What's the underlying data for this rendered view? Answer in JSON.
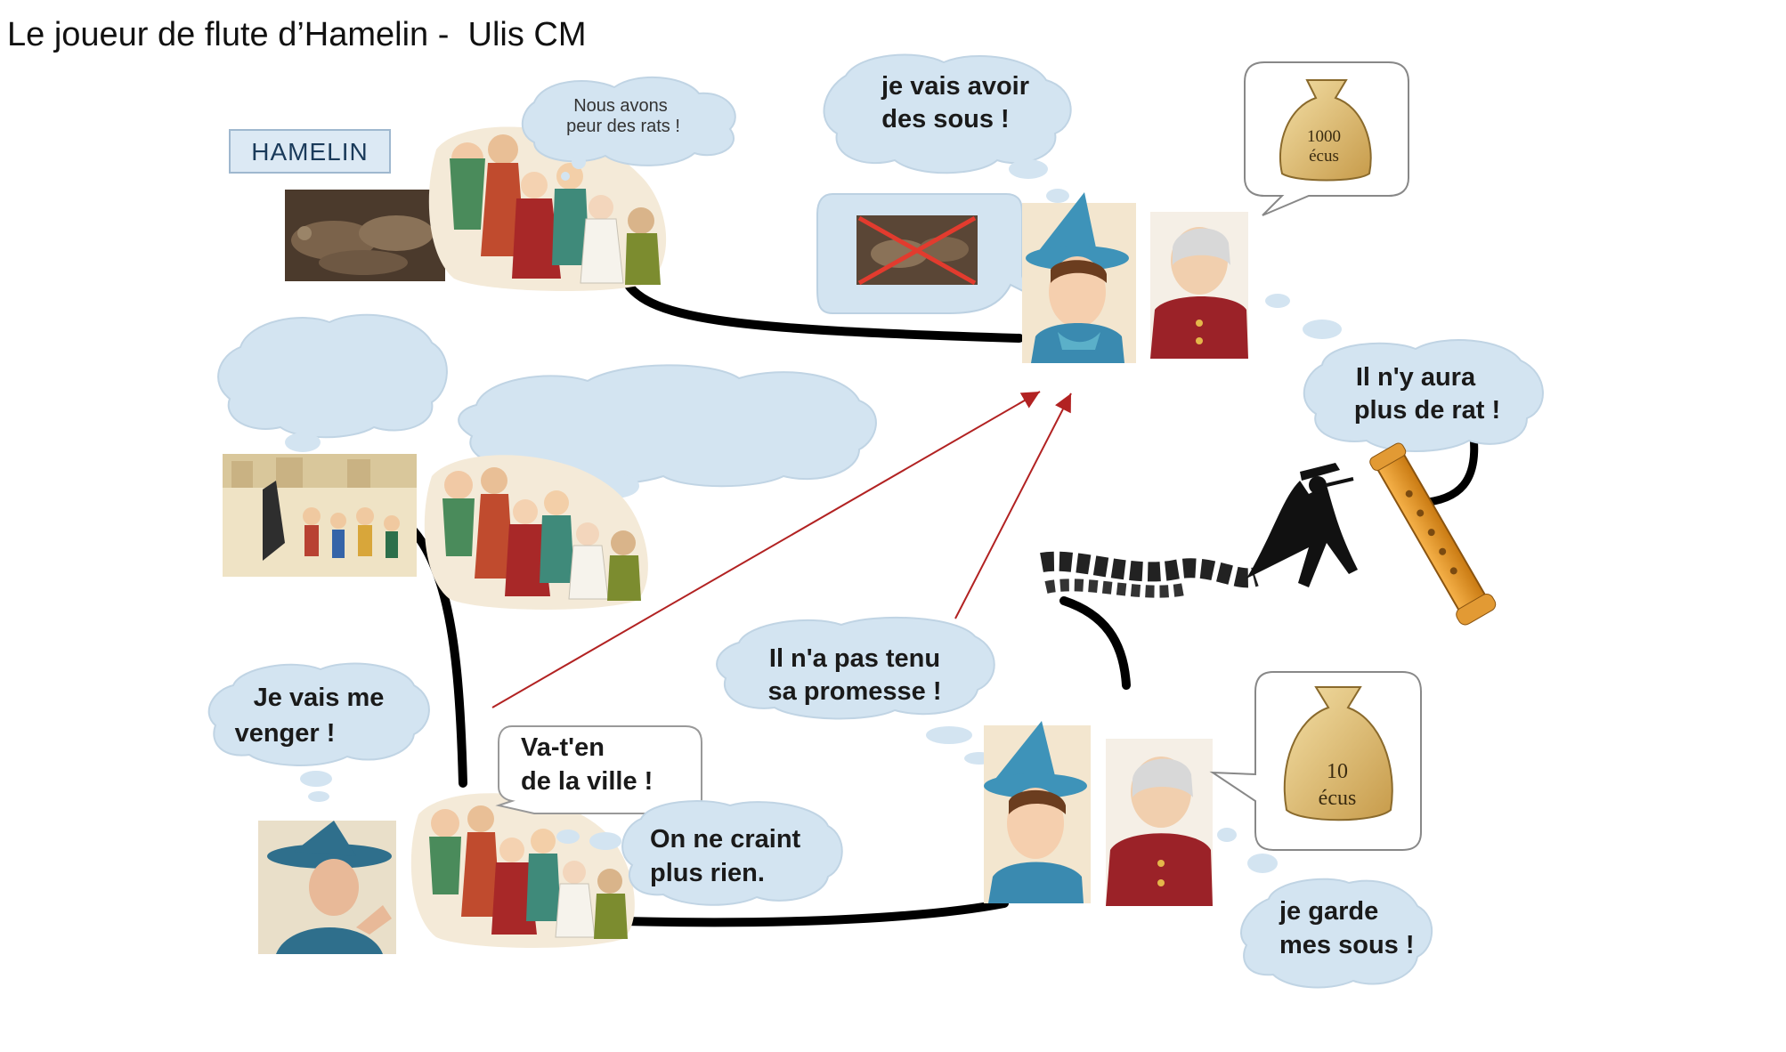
{
  "slide": {
    "title": "Le joueur de flute d’Hamelin -  Ulis CM"
  },
  "place_label": "HAMELIN",
  "bubbles": {
    "townspeople_fear": [
      "Nous avons",
      "peur des rats !"
    ],
    "piper_money": [
      "je vais avoir",
      "des sous !"
    ],
    "no_more_rats": [
      "Il n'y aura",
      "plus de rat !"
    ],
    "broken_promise": [
      "Il n'a pas tenu",
      "sa promesse !"
    ],
    "revenge": [
      "Je vais me",
      "venger !"
    ],
    "go_away": [
      "Va-t'en",
      "de la ville !"
    ],
    "not_afraid": [
      "On ne craint",
      "plus rien."
    ],
    "keep_money": [
      "je garde",
      "mes sous !"
    ]
  },
  "money_bags": {
    "promised": [
      "1000",
      "écus"
    ],
    "given": [
      "10",
      "écus"
    ]
  },
  "colors": {
    "bubble_fill": "#d3e4f1",
    "connector": "#000000",
    "arrow": "#b22222",
    "label_box": "#dce9f4"
  }
}
